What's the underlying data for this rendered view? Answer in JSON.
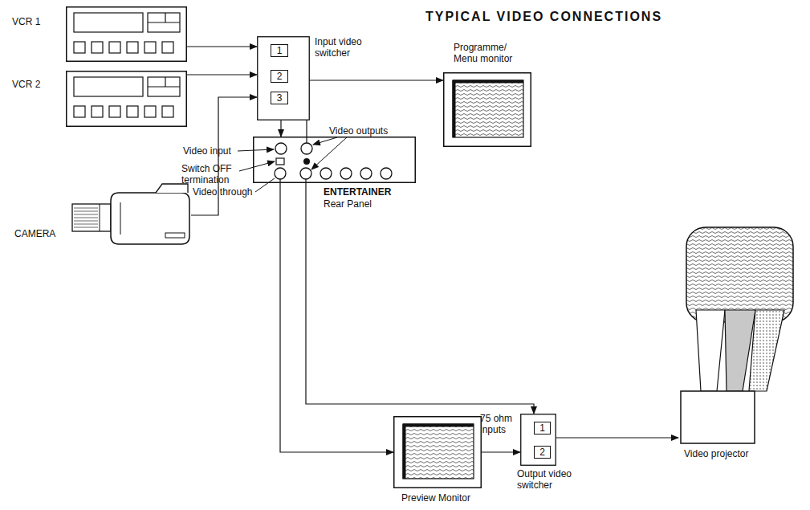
{
  "diagram": {
    "title": "TYPICAL VIDEO CONNECTIONS",
    "nodes": [
      {
        "text": [
          "VCR 1"
        ]
      },
      {
        "text": [
          "VCR 2"
        ]
      },
      {
        "text": [
          "CAMERA"
        ]
      },
      {
        "text": [
          "Input video switcher"
        ]
      },
      {
        "text": [
          "1"
        ],
        "in": 3
      },
      {
        "text": [
          "2"
        ],
        "in": 3
      },
      {
        "text": [
          "3"
        ],
        "in": 3
      },
      {
        "text": [
          "Programme/ Menu monitor"
        ]
      },
      {
        "text": [
          "ENTERTAINER",
          "Rear Panel"
        ]
      },
      {
        "text": [
          "Preview Monitor"
        ]
      },
      {
        "text": [
          "Output video switcher"
        ]
      },
      {
        "text": [
          "1"
        ],
        "in": 10
      },
      {
        "text": [
          "2"
        ],
        "in": 10
      },
      {
        "text": [
          "Video projector"
        ]
      }
    ],
    "edges": [
      {
        "from": 0,
        "to": 3,
        "arrow": "to"
      },
      {
        "from": 1,
        "to": 3,
        "arrow": "to"
      },
      {
        "from": 2,
        "to": 3,
        "arrow": "to"
      },
      {
        "from": 3,
        "to": 8,
        "arrow": "to"
      },
      {
        "from": 8,
        "to": 7,
        "arrow": "to"
      },
      {
        "from": 8,
        "to": 10,
        "arrow": "to"
      },
      {
        "from": 8,
        "to": 9,
        "arrow": "to"
      },
      {
        "from": 9,
        "to": 10,
        "arrow": "to"
      },
      {
        "from": 10,
        "to": 13,
        "arrow": "to"
      }
    ],
    "labels": [
      "Video input",
      "Switch OFF termination",
      "Video through",
      "Video outputs",
      "75 ohm inputs"
    ]
  }
}
